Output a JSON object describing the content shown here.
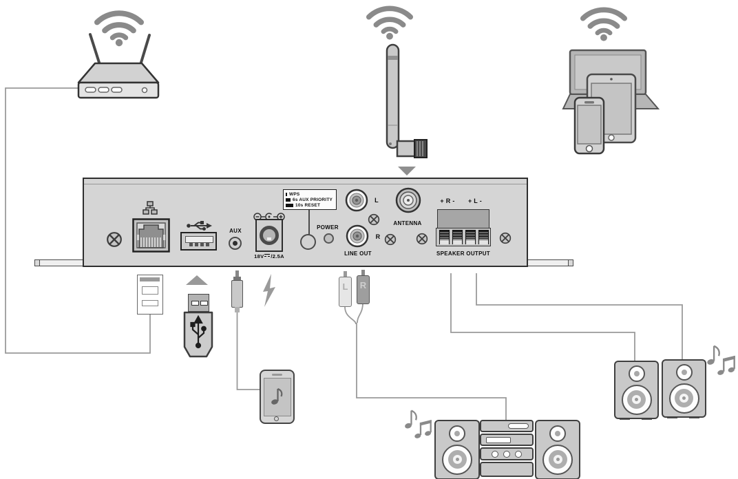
{
  "colors": {
    "panel_gray": "#d5d5d5",
    "icon_gray": "#8a8a8a",
    "cable_gray": "#9a9a9a",
    "outline": "#333333"
  },
  "icons": {
    "wifi-icon": "wifi signal waves",
    "network-icon": "ethernet network nodes",
    "usb-icon": "usb trident",
    "dc-polarity-icon": "dc plug polarity",
    "screw-icon": "phillips screw head",
    "arrow-down-icon": "triangle pointing down",
    "arrow-up-icon": "triangle pointing up",
    "lightning-icon": "power bolt",
    "music-notes-icon": "music notes"
  },
  "device_panel": {
    "reset_box": {
      "rows": [
        {
          "label": "WPS"
        },
        {
          "label": "6s AUX PRIORITY"
        },
        {
          "label": "10s RESET"
        }
      ]
    },
    "aux_label": "AUX",
    "power_label": "POWER",
    "dc_volt": "18V",
    "dc_amp": "/2.5A",
    "line_out_label": "LINE OUT",
    "line_out_l": "L",
    "line_out_r": "R",
    "antenna_label": "ANTENNA",
    "speaker_output_label": "SPEAKER OUTPUT",
    "speaker_r_label": "+ R -",
    "speaker_l_label": "+ L -"
  },
  "cables": {
    "rca_left_label": "L",
    "rca_right_label": "R"
  }
}
